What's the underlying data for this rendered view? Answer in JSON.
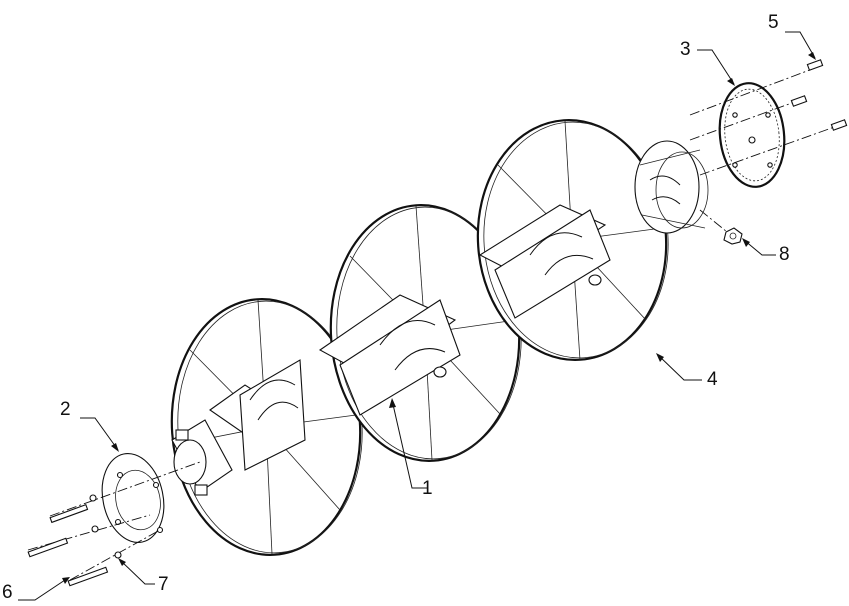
{
  "callouts": {
    "part1": "1",
    "part2": "2",
    "part3": "3",
    "part4": "4",
    "part5": "5",
    "part6": "6",
    "part7": "7",
    "part8": "8"
  },
  "colors": {
    "line": "#111111",
    "background": "#ffffff"
  }
}
